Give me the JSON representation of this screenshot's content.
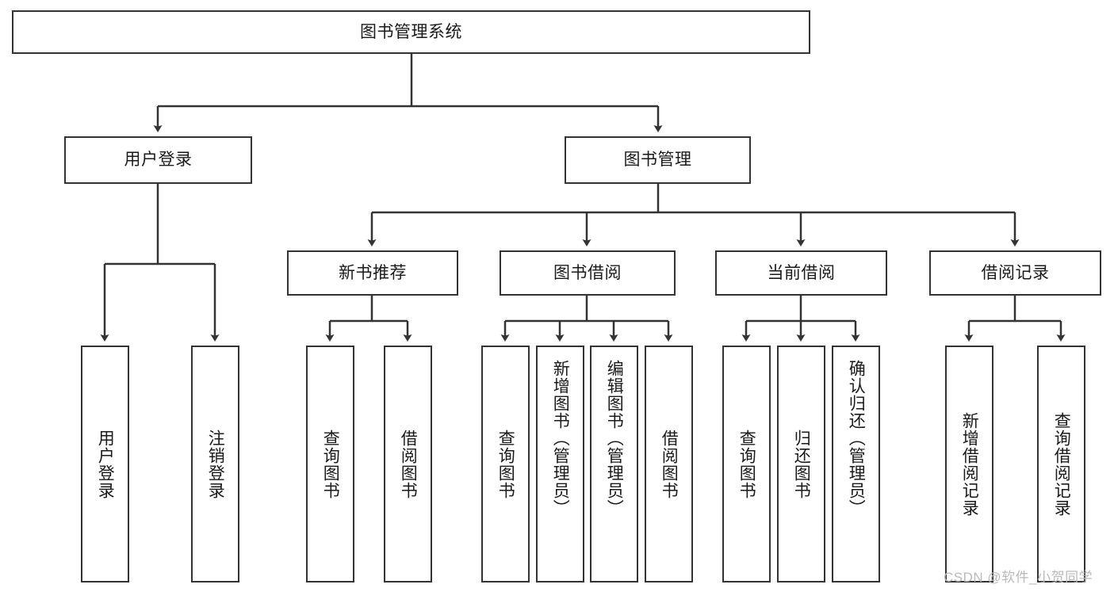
{
  "diagram": {
    "type": "tree-hierarchy",
    "title": "图书管理系统",
    "root": {
      "id": "root",
      "label": "图书管理系统",
      "orientation": "horizontal"
    },
    "level2": [
      {
        "id": "user-login",
        "label": "用户登录",
        "orientation": "horizontal"
      },
      {
        "id": "book-manage",
        "label": "图书管理",
        "orientation": "horizontal"
      }
    ],
    "level3": [
      {
        "id": "new-book-recommend",
        "label": "新书推荐",
        "orientation": "horizontal",
        "parent": "book-manage"
      },
      {
        "id": "book-borrow",
        "label": "图书借阅",
        "orientation": "horizontal",
        "parent": "book-manage"
      },
      {
        "id": "current-borrow",
        "label": "当前借阅",
        "orientation": "horizontal",
        "parent": "book-manage"
      },
      {
        "id": "borrow-record",
        "label": "借阅记录",
        "orientation": "horizontal",
        "parent": "book-manage"
      }
    ],
    "leaves": [
      {
        "id": "leaf-user-login",
        "label": "用户登录",
        "orientation": "vertical",
        "parent": "user-login"
      },
      {
        "id": "leaf-user-logout",
        "label": "注销登录",
        "orientation": "vertical",
        "parent": "user-login"
      },
      {
        "id": "leaf-query-book-1",
        "label": "查询图书",
        "orientation": "vertical",
        "parent": "new-book-recommend"
      },
      {
        "id": "leaf-borrow-book-1",
        "label": "借阅图书",
        "orientation": "vertical",
        "parent": "new-book-recommend"
      },
      {
        "id": "leaf-query-book-2",
        "label": "查询图书",
        "orientation": "vertical",
        "parent": "book-borrow"
      },
      {
        "id": "leaf-add-book",
        "label": "新增图书（管理员）",
        "orientation": "vertical",
        "parent": "book-borrow"
      },
      {
        "id": "leaf-edit-book",
        "label": "编辑图书（管理员）",
        "orientation": "vertical",
        "parent": "book-borrow"
      },
      {
        "id": "leaf-borrow-book-2",
        "label": "借阅图书",
        "orientation": "vertical",
        "parent": "book-borrow"
      },
      {
        "id": "leaf-query-book-3",
        "label": "查询图书",
        "orientation": "vertical",
        "parent": "current-borrow"
      },
      {
        "id": "leaf-return-book",
        "label": "归还图书",
        "orientation": "vertical",
        "parent": "current-borrow"
      },
      {
        "id": "leaf-confirm-return",
        "label": "确认归还（管理员）",
        "orientation": "vertical",
        "parent": "current-borrow"
      },
      {
        "id": "leaf-add-record",
        "label": "新增借阅记录",
        "orientation": "vertical",
        "parent": "borrow-record"
      },
      {
        "id": "leaf-query-record",
        "label": "查询借阅记录",
        "orientation": "vertical",
        "parent": "borrow-record"
      }
    ],
    "colors": {
      "stroke": "#333333",
      "fill": "#ffffff",
      "text": "#1a1a1a",
      "watermark": "#b9b9b9"
    }
  },
  "watermark": {
    "text": "CSDN @软件_小贺同学"
  }
}
